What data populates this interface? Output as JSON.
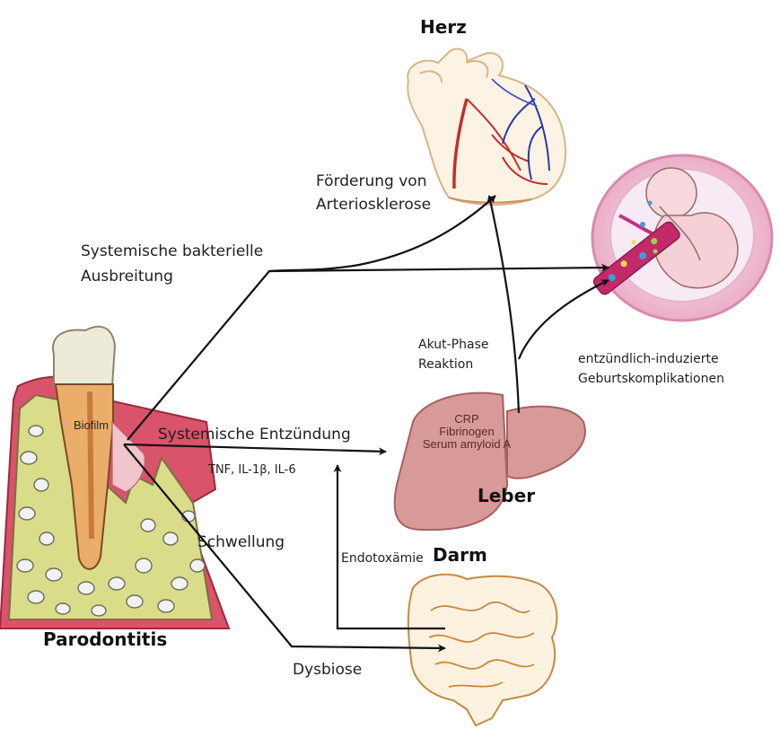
{
  "organs": {
    "heart": "Herz",
    "liver": "Leber",
    "gut": "Darm",
    "periodontitis": "Parodontitis"
  },
  "tooth": {
    "biofilm": "Biofilm"
  },
  "liver_markers": [
    "CRP",
    "Fibrinogen",
    "Serum amyloid A"
  ],
  "pathways": {
    "arteriosclerosis": [
      "Förderung von",
      "Arteriosklerose"
    ],
    "bacterial_spread": [
      "Systemische bakterielle",
      "Ausbreitung"
    ],
    "acute_phase": [
      "Akut-Phase",
      "Reaktion"
    ],
    "inflammation": "Systemische Entzündung",
    "cytokines": "TNF, IL-1β, IL-6",
    "swelling": "Schwellung",
    "endotoxemia": "Endotoxämie",
    "dysbiosis": "Dysbiose",
    "birth_complications": [
      "entzündlich-induzierte",
      "Geburtskomplikationen"
    ]
  }
}
